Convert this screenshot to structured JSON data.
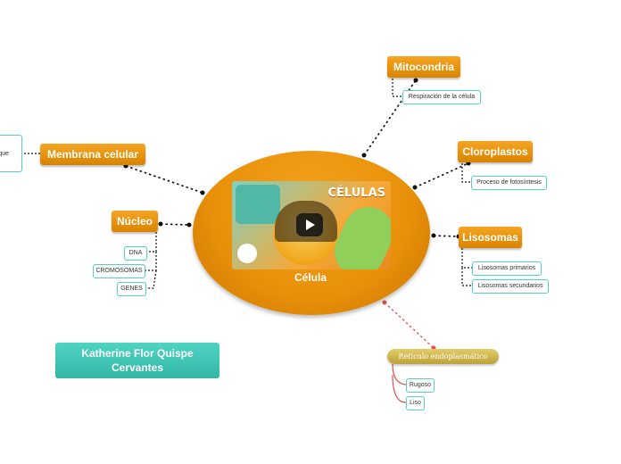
{
  "center": {
    "label": "Célula",
    "thumbnail_title": "CÉLULAS"
  },
  "topics": {
    "mitocondria": "Mitocondria",
    "cloroplastos": "Cloroplastos",
    "lisosomas": "Lisosomas",
    "nucleo": "Núcleo",
    "membrana": "Membrana celular",
    "reticulo": "Retículo endoplasmático"
  },
  "subtopics": {
    "mitocondria": [
      "Respiración de la célula"
    ],
    "cloroplastos": [
      "Proceso de fotosíntesis"
    ],
    "lisosomas": [
      "Lisosomas primarios",
      "Lisosomas secundarios"
    ],
    "nucleo": [
      "DNA",
      "CROMOSOMAS",
      "GENES"
    ],
    "reticulo": [
      "Rugoso",
      "Liso"
    ],
    "membrana_cut": "que"
  },
  "author": "Katherine Flor Quispe Cervantes",
  "colors": {
    "topic_orange": "#f5a522",
    "subtopic_border": "#4fd3c3",
    "olive": "#d4bb52",
    "red_connector": "#e05050",
    "author_teal": "#3fc3b3"
  }
}
